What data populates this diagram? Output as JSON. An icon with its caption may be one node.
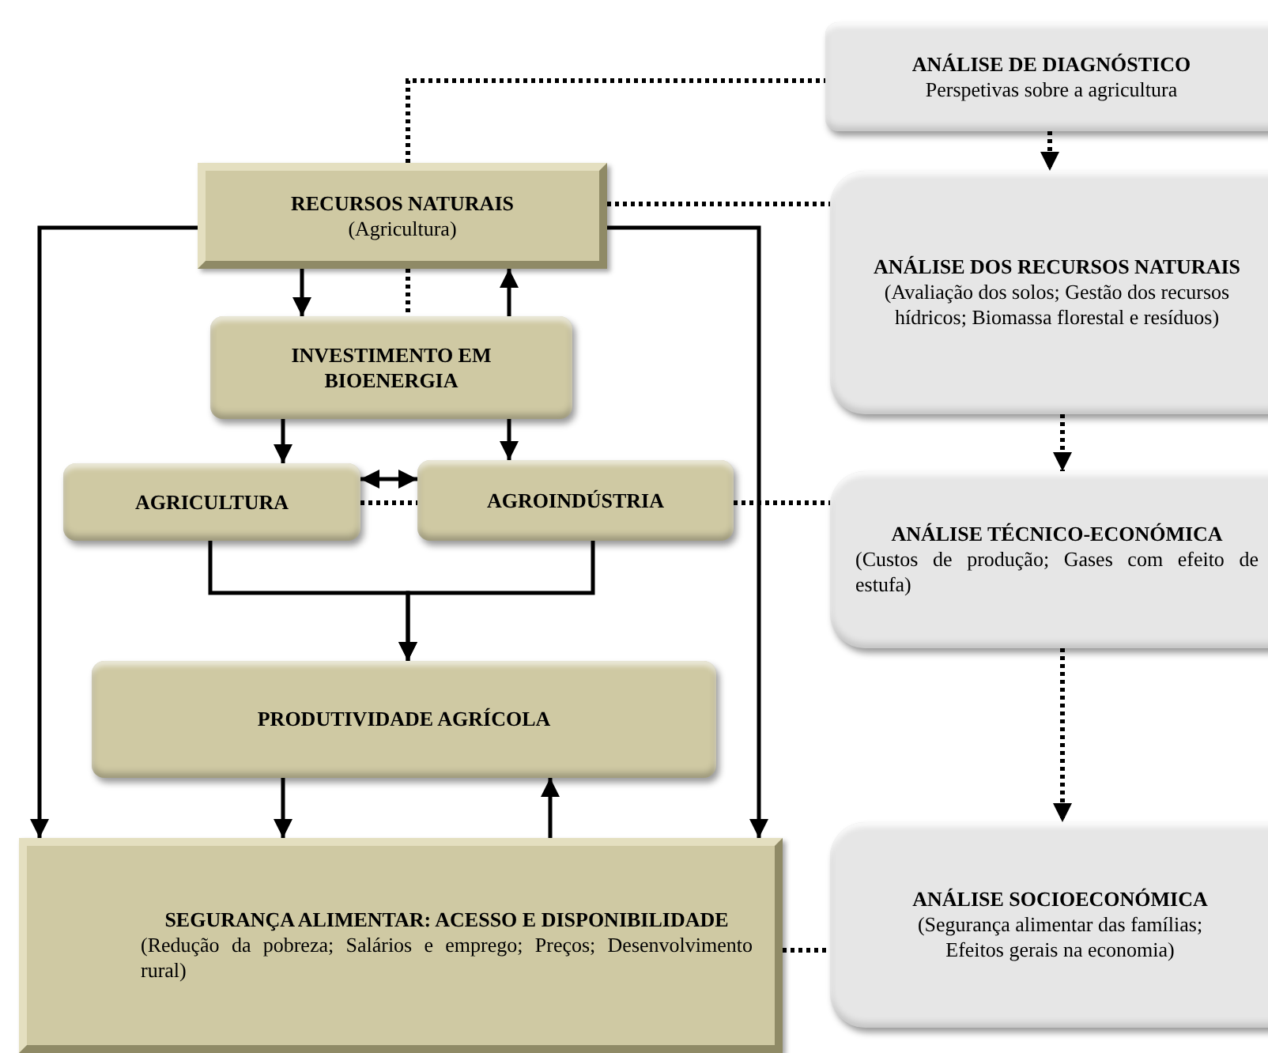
{
  "diagram": {
    "nodes": [
      {
        "text": [
          "RECURSOS NATURAIS",
          "(Agricultura)"
        ]
      },
      {
        "text": [
          "INVESTIMENTO EM BIOENERGIA"
        ]
      },
      {
        "text": [
          "AGRICULTURA"
        ]
      },
      {
        "text": [
          "AGROINDÚSTRIA"
        ]
      },
      {
        "text": [
          "PRODUTIVIDADE AGRÍCOLA"
        ]
      },
      {
        "text": [
          "SEGURANÇA ALIMENTAR: ACESSO E DISPONIBILIDADE",
          "(Redução da pobreza; Salários e emprego; Preços; Desenvolvimento rural)"
        ]
      },
      {
        "text": [
          "ANÁLISE DE DIAGNÓSTICO",
          "Perspetivas sobre a agricultura"
        ]
      },
      {
        "text": [
          "ANÁLISE DOS RECURSOS NATURAIS",
          "(Avaliação dos solos; Gestão dos recursos hídricos; Biomassa florestal e resíduos)"
        ]
      },
      {
        "text": [
          "ANÁLISE TÉCNICO-ECONÓMICA",
          "(Custos de produção; Gases com efeito de estufa)"
        ]
      },
      {
        "text": [
          "ANÁLISE SOCIOECONÓMICA",
          "(Segurança alimentar das famílias; Efeitos gerais na economia)"
        ]
      }
    ],
    "edges": [
      {
        "from": 0,
        "to": 1,
        "arrow": "to"
      },
      {
        "from": 1,
        "to": 0,
        "arrow": "to"
      },
      {
        "from": 0,
        "to": 1,
        "arrow": "none",
        "style": "dashed"
      },
      {
        "from": 1,
        "to": 2,
        "arrow": "to"
      },
      {
        "from": 1,
        "to": 3,
        "arrow": "to"
      },
      {
        "from": 2,
        "to": 3,
        "arrow": "both"
      },
      {
        "from": 2,
        "to": 3,
        "arrow": "none",
        "style": "dashed"
      },
      {
        "from": 2,
        "to": 4,
        "arrow": "to"
      },
      {
        "from": 3,
        "to": 4,
        "arrow": "to"
      },
      {
        "from": 4,
        "to": 5,
        "arrow": "to"
      },
      {
        "from": 5,
        "to": 4,
        "arrow": "to"
      },
      {
        "from": 0,
        "to": 5,
        "arrow": "to"
      },
      {
        "from": 0,
        "to": 5,
        "arrow": "to"
      },
      {
        "from": 0,
        "to": 6,
        "arrow": "none",
        "style": "dashed"
      },
      {
        "from": 0,
        "to": 7,
        "arrow": "none",
        "style": "dashed"
      },
      {
        "from": 3,
        "to": 8,
        "arrow": "none",
        "style": "dashed"
      },
      {
        "from": 5,
        "to": 9,
        "arrow": "none",
        "style": "dashed"
      },
      {
        "from": 6,
        "to": 7,
        "arrow": "to",
        "style": "dashed"
      },
      {
        "from": 7,
        "to": 8,
        "arrow": "to",
        "style": "dashed"
      },
      {
        "from": 8,
        "to": 9,
        "arrow": "to",
        "style": "dashed"
      }
    ]
  }
}
